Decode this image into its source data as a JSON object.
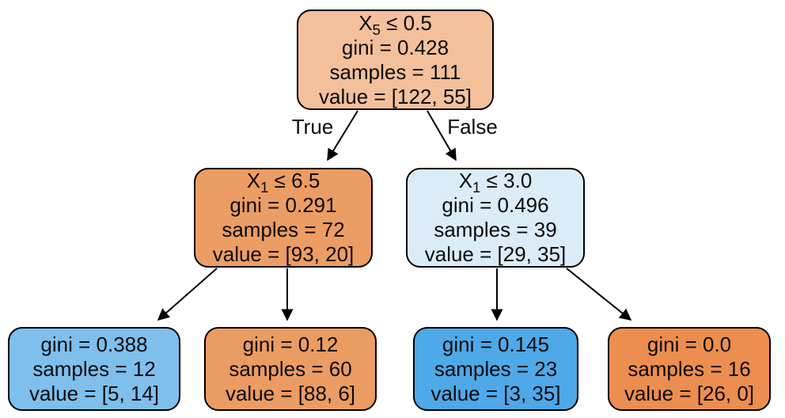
{
  "diagram": {
    "type": "decision-tree",
    "colors": {
      "background": "#ffffff",
      "node_border": "#000000",
      "edge": "#000000",
      "text": "#0b0b0b"
    },
    "tree": {
      "nodes": {
        "root": {
          "condition_var": "X",
          "condition_sub": "5",
          "condition_tail": " ≤ 0.5",
          "gini": "gini = 0.428",
          "samples": "samples = 111",
          "value": "value = [122, 55]",
          "fill": "#f3c09b"
        },
        "left": {
          "condition_var": "X",
          "condition_sub": "1",
          "condition_tail": " ≤ 6.5",
          "gini": "gini = 0.291",
          "samples": "samples = 72",
          "value": "value = [93, 20]",
          "fill": "#ec9d63"
        },
        "right": {
          "condition_var": "X",
          "condition_sub": "1",
          "condition_tail": " ≤ 3.0",
          "gini": "gini = 0.496",
          "samples": "samples = 39",
          "value": "value = [29, 35]",
          "fill": "#dbecf9"
        },
        "leaf_ll": {
          "gini": "gini = 0.388",
          "samples": "samples = 12",
          "value": "value = [5, 14]",
          "fill": "#7ebfec"
        },
        "leaf_lr": {
          "gini": "gini = 0.12",
          "samples": "samples = 60",
          "value": "value = [88, 6]",
          "fill": "#eb9c62"
        },
        "leaf_rl": {
          "gini": "gini = 0.145",
          "samples": "samples = 23",
          "value": "value = [3, 35]",
          "fill": "#4fa8e8"
        },
        "leaf_rr": {
          "gini": "gini = 0.0",
          "samples": "samples = 16",
          "value": "value = [26, 0]",
          "fill": "#ec8e4f"
        }
      },
      "edges": [
        {
          "from": "root",
          "to": "left",
          "label": "True"
        },
        {
          "from": "root",
          "to": "right",
          "label": "False"
        },
        {
          "from": "left",
          "to": "leaf_ll",
          "label": ""
        },
        {
          "from": "left",
          "to": "leaf_lr",
          "label": ""
        },
        {
          "from": "right",
          "to": "leaf_rl",
          "label": ""
        },
        {
          "from": "right",
          "to": "leaf_rr",
          "label": ""
        }
      ]
    }
  }
}
